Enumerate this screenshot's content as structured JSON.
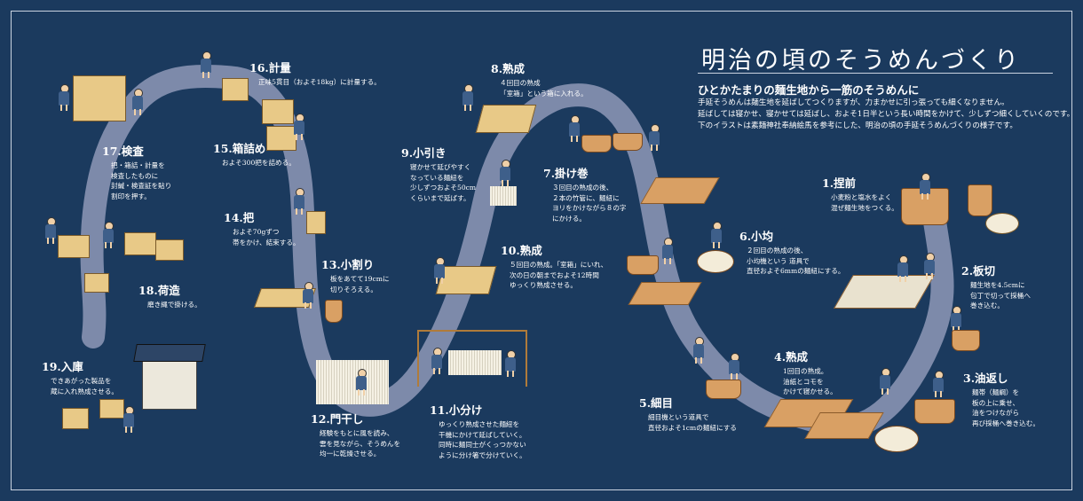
{
  "header": {
    "title": "明治の頃のそうめんづくり",
    "subtitle": "ひとかたまりの麺生地から一筋のそうめんに",
    "intro": [
      "手延そうめんは麺生地を延ばしてつくりますが、力まかせに引っ張っても細くなりません。",
      "延ばしては寝かせ、寝かせては延ばし、およそ1日半という長い時間をかけて、少しずつ細くしていくのです。",
      "下のイラストは素麺神社奉納絵馬を参考にした、明治の頃の手延そうめんづくりの様子です。"
    ]
  },
  "steps": [
    {
      "label": "1.捏前",
      "desc": "小麦粉と塩水をよく\n混ぜ麺生地をつくる。"
    },
    {
      "label": "2.板切",
      "desc": "麺生地を4.5cmに\n包丁で切って採桶へ\n巻き込む。"
    },
    {
      "label": "3.油返し",
      "desc": "麺帯（麺綱）を\n板の上に乗せ、\n油をつけながら\n再び採桶へ巻き込む。"
    },
    {
      "label": "4.熟成",
      "desc": "1回目の熟成。\n油紙とコモを\nかけて寝かせる。"
    },
    {
      "label": "5.細目",
      "desc": "細目機という道具で\n直径およそ1cmの麺紐にする"
    },
    {
      "label": "6.小均",
      "desc": "２回目の熟成の後、\n小均機という 道具で\n直径およそ6mmの麺紐にする。"
    },
    {
      "label": "7.掛け巻",
      "desc": "３回目の熟成の後、\n２本の竹管に、麺紐に\nヨリをかけながら８の字\nにかける。"
    },
    {
      "label": "8.熟成",
      "desc": "４回目の熟成\n「室箱」という箱に入れる。"
    },
    {
      "label": "9.小引き",
      "desc": "寝かせて延びやすく\nなっている麺紐を\n少しずつおよそ50cm\nくらいまで延ばす。"
    },
    {
      "label": "10.熟成",
      "desc": "５回目の熟成。「室箱」にいれ、\n次の日の朝までおよそ12時間\nゆっくり熟成させる。"
    },
    {
      "label": "11.小分け",
      "desc": "ゆっくり熟成させた麺紐を\n干機にかけて延ばしていく。\n同時に麺同士がくっつかない\nように分け箸で分けていく。"
    },
    {
      "label": "12.門干し",
      "desc": "経験をもとに風を読み、\n雲を見ながら、そうめんを\n均一に乾燥させる。"
    },
    {
      "label": "13.小割り",
      "desc": "板をあてて19cmに\n切りそろえる。"
    },
    {
      "label": "14.把",
      "desc": "およそ70gずつ\n帯をかけ、結束する。"
    },
    {
      "label": "15.箱詰め",
      "desc": "およそ300把を詰める。"
    },
    {
      "label": "16.計量",
      "desc": "正味5貫目（およそ18kg）に計量する。"
    },
    {
      "label": "17.検査",
      "desc": "把・箱詰・計量を\n検査したものに\n封緘・検査証を貼り\n割印を押す。"
    },
    {
      "label": "18.荷造",
      "desc": "磨き縄で掛ける。"
    },
    {
      "label": "19.入庫",
      "desc": "できあがった製品を\n蔵に入れ熟成させる。"
    }
  ],
  "colors": {
    "background": "#1b3a5e",
    "path": "#8893b3",
    "text": "#ffffff",
    "wood": "#d9a064"
  }
}
